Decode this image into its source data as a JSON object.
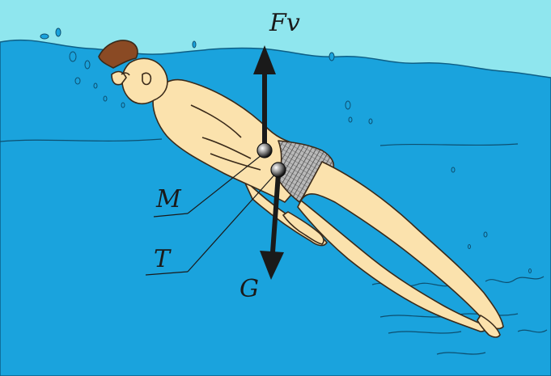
{
  "labels": {
    "buoyancy": "Fv",
    "center_of_buoyancy": "M",
    "center_of_gravity": "T",
    "gravity": "G"
  },
  "colors": {
    "sky": "#8fe6ee",
    "water": "#1aa3dd",
    "skin": "#fbe2ad",
    "arrow": "#1a1a1a"
  }
}
